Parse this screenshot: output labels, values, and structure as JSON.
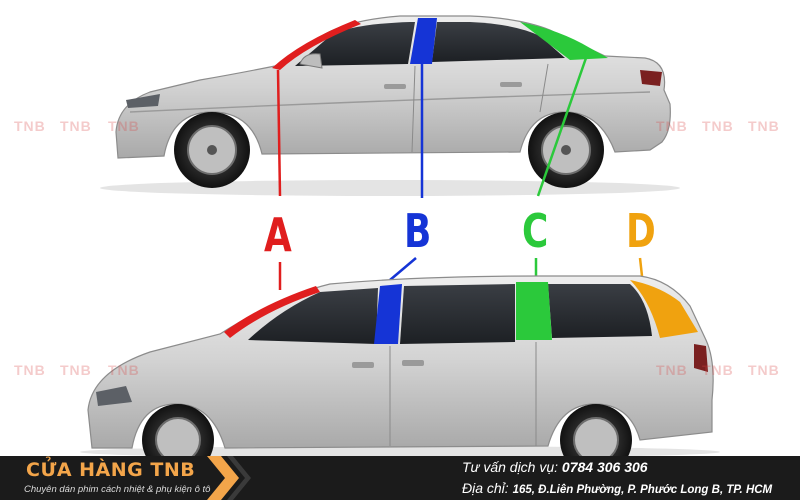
{
  "diagram": {
    "pillars": [
      {
        "letter": "A",
        "color": "#e01e1e"
      },
      {
        "letter": "B",
        "color": "#1534d6"
      },
      {
        "letter": "C",
        "color": "#2bc93b"
      },
      {
        "letter": "D",
        "color": "#f0a20f"
      }
    ]
  },
  "watermark": {
    "text": "TNB"
  },
  "footer": {
    "brand_name": "CỬA HÀNG TNB",
    "brand_tagline": "Chuyên dán phim cách nhiệt & phụ kiện ô tô",
    "service_label": "Tư vấn dịch vụ:",
    "service_phone": "0784 306 306",
    "address_label": "Địa chỉ:",
    "address_value": "165, Đ.Liên Phường, P. Phước Long B, TP. HCM"
  },
  "colors": {
    "footer_bg": "#1b1b1b",
    "brand_orange": "#f3a54a",
    "car_silver": "#cfcfcf",
    "glass": "#2a2d31"
  }
}
